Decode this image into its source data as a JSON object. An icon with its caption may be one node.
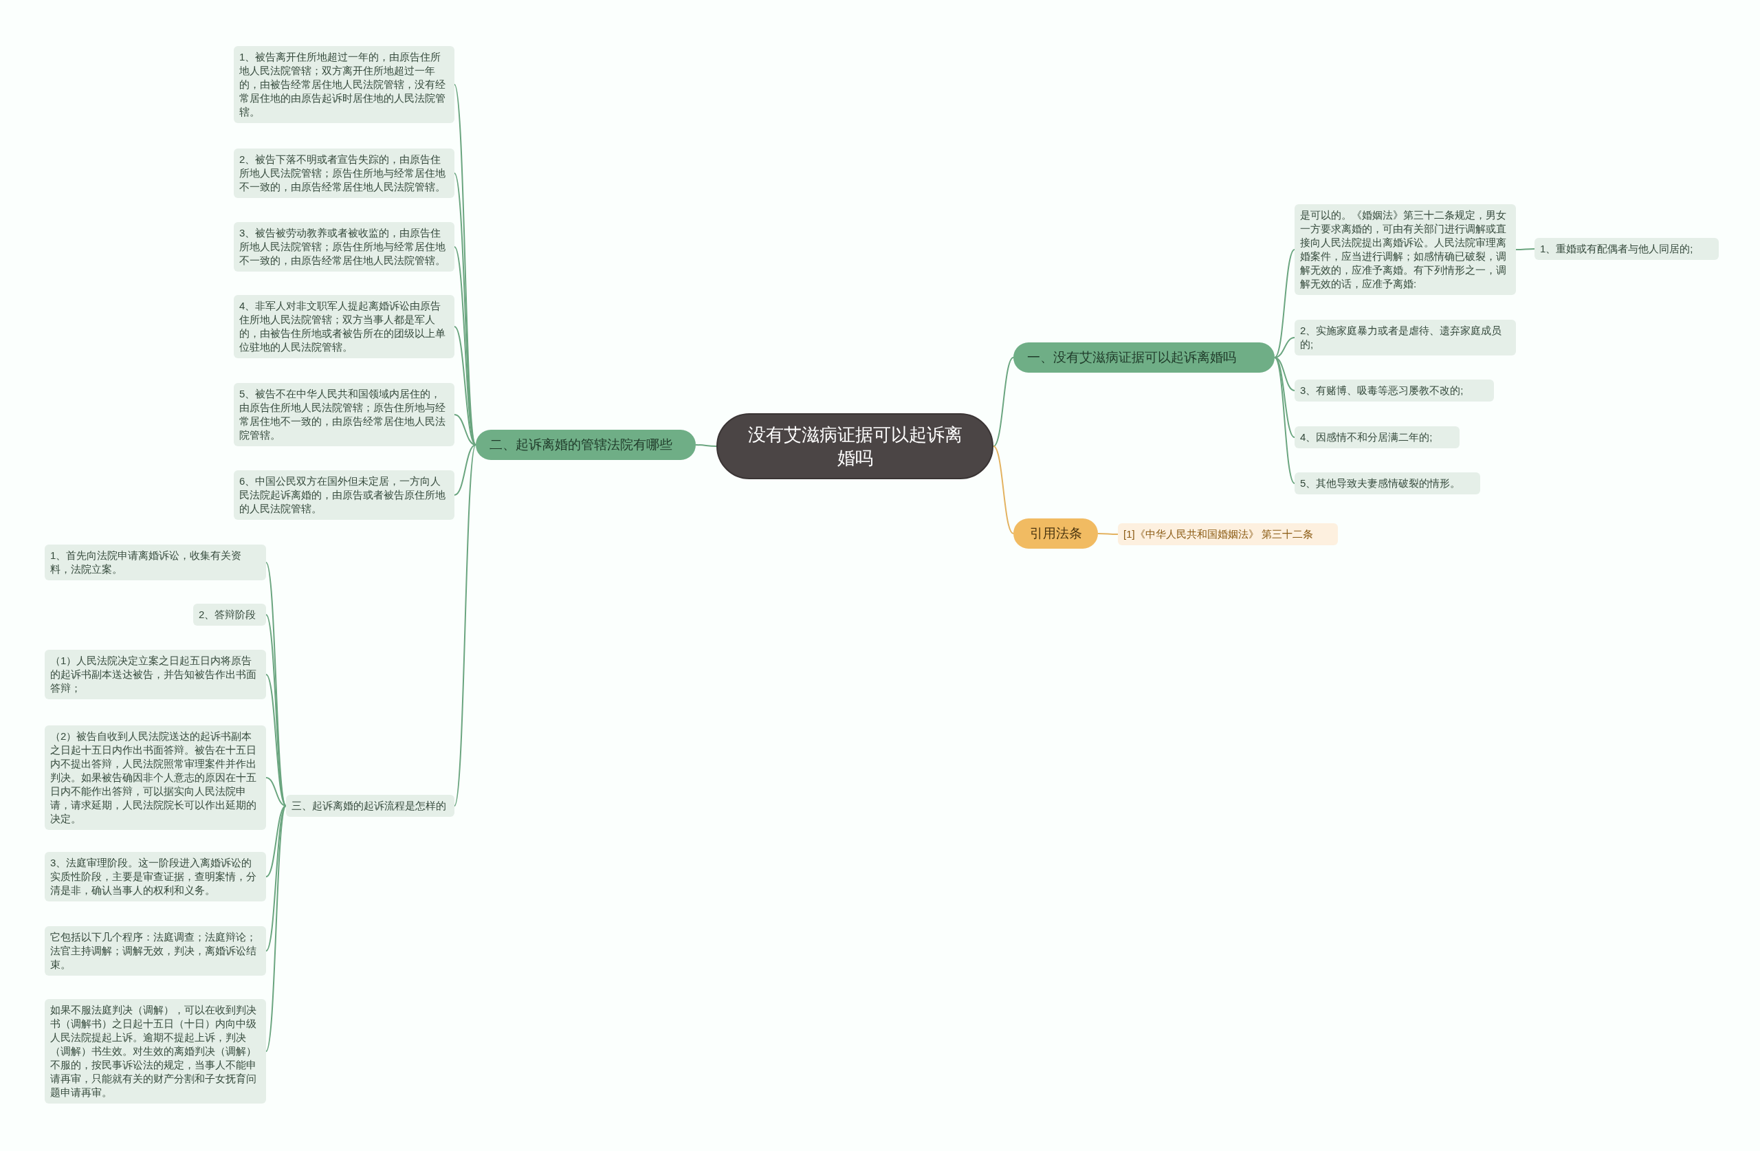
{
  "diagram": {
    "nodes": [
      {
        "text": [
          "没有艾滋病证据可以起诉离婚吗"
        ]
      },
      {
        "text": [
          "一、没有艾滋病证据可以起诉离婚吗"
        ]
      },
      {
        "text": [
          "是可以的。《婚姻法》第三十二条规定，男女一方要求离婚的，可由有关部门进行调解或直接向人民法院提出离婚诉讼。人民法院审理离婚案件，应当进行调解；如感情确已破裂，调解无效的，应准予离婚。有下列情形之一，调解无效的话，应准予离婚:"
        ]
      },
      {
        "text": [
          "1、重婚或有配偶者与他人同居的;"
        ]
      },
      {
        "text": [
          "2、实施家庭暴力或者是虐待、遗弃家庭成员的;"
        ]
      },
      {
        "text": [
          "3、有赌博、吸毒等恶习屡教不改的;"
        ]
      },
      {
        "text": [
          "4、因感情不和分居满二年的;"
        ]
      },
      {
        "text": [
          "5、其他导致夫妻感情破裂的情形。"
        ]
      },
      {
        "text": [
          "引用法条"
        ]
      },
      {
        "text": [
          "[1]《中华人民共和国婚姻法》 第三十二条"
        ]
      },
      {
        "text": [
          "二、起诉离婚的管辖法院有哪些"
        ]
      },
      {
        "text": [
          "1、被告离开住所地超过一年的，由原告住所地人民法院管辖；双方离开住所地超过一年的，由被告经常居住地人民法院管辖，没有经常居住地的由原告起诉时居住地的人民法院管辖。"
        ]
      },
      {
        "text": [
          "2、被告下落不明或者宣告失踪的，由原告住所地人民法院管辖；原告住所地与经常居住地不一致的，由原告经常居住地人民法院管辖。"
        ]
      },
      {
        "text": [
          "3、被告被劳动教养或者被收监的，由原告住所地人民法院管辖；原告住所地与经常居住地不一致的，由原告经常居住地人民法院管辖。"
        ]
      },
      {
        "text": [
          "4、非军人对非文职军人提起离婚诉讼由原告住所地人民法院管辖；双方当事人都是军人的，由被告住所地或者被告所在的团级以上单位驻地的人民法院管辖。"
        ]
      },
      {
        "text": [
          "5、被告不在中华人民共和国领域内居住的，由原告住所地人民法院管辖；原告住所地与经常居住地不一致的，由原告经常居住地人民法院管辖。"
        ]
      },
      {
        "text": [
          "6、中国公民双方在国外但未定居，一方向人民法院起诉离婚的，由原告或者被告原住所地的人民法院管辖。"
        ]
      },
      {
        "text": [
          "三、起诉离婚的起诉流程是怎样的"
        ]
      },
      {
        "text": [
          "1、首先向法院申请离婚诉讼，收集有关资料，法院立案。"
        ]
      },
      {
        "text": [
          "2、答辩阶段"
        ]
      },
      {
        "text": [
          "（1）人民法院决定立案之日起五日内将原告的起诉书副本送达被告，并告知被告作出书面答辩；"
        ]
      },
      {
        "text": [
          "（2）被告自收到人民法院送达的起诉书副本之日起十五日内作出书面答辩。被告在十五日内不提出答辩，人民法院照常审理案件并作出判决。如果被告确因非个人意志的原因在十五日内不能作出答辩，可以据实向人民法院申请，请求延期，人民法院院长可以作出延期的决定。"
        ]
      },
      {
        "text": [
          "3、法庭审理阶段。这一阶段进入离婚诉讼的实质性阶段，主要是审查证据，查明案情，分清是非，确认当事人的权利和义务。"
        ]
      },
      {
        "text": [
          "它包括以下几个程序：法庭调查；法庭辩论；法官主持调解；调解无效，判决，离婚诉讼结束。"
        ]
      },
      {
        "text": [
          "如果不服法庭判决（调解），可以在收到判决书（调解书）之日起十五日（十日）内向中级人民法院提起上诉。逾期不提起上诉，判决（调解）书生效。对生效的离婚判决（调解）不服的，按民事诉讼法的规定，当事人不能申请再审，只能就有关的财产分割和子女抚育问题申请再审。"
        ]
      }
    ],
    "edges": [
      {
        "from": 0,
        "to": 1,
        "arrow": "none"
      },
      {
        "from": 0,
        "to": 8,
        "arrow": "none",
        "color": "#e3b25f"
      },
      {
        "from": 0,
        "to": 10,
        "arrow": "none"
      },
      {
        "from": 1,
        "to": 2,
        "arrow": "none"
      },
      {
        "from": 1,
        "to": 4,
        "arrow": "none"
      },
      {
        "from": 1,
        "to": 5,
        "arrow": "none"
      },
      {
        "from": 1,
        "to": 6,
        "arrow": "none"
      },
      {
        "from": 1,
        "to": 7,
        "arrow": "none"
      },
      {
        "from": 2,
        "to": 3,
        "arrow": "none"
      },
      {
        "from": 8,
        "to": 9,
        "arrow": "none",
        "color": "#e3b25f"
      },
      {
        "from": 10,
        "to": 11,
        "arrow": "none"
      },
      {
        "from": 10,
        "to": 12,
        "arrow": "none"
      },
      {
        "from": 10,
        "to": 13,
        "arrow": "none"
      },
      {
        "from": 10,
        "to": 14,
        "arrow": "none"
      },
      {
        "from": 10,
        "to": 15,
        "arrow": "none"
      },
      {
        "from": 10,
        "to": 16,
        "arrow": "none"
      },
      {
        "from": 10,
        "to": 17,
        "arrow": "none"
      },
      {
        "from": 17,
        "to": 18,
        "arrow": "none"
      },
      {
        "from": 17,
        "to": 19,
        "arrow": "none"
      },
      {
        "from": 17,
        "to": 20,
        "arrow": "none"
      },
      {
        "from": 17,
        "to": 21,
        "arrow": "none"
      },
      {
        "from": 17,
        "to": 22,
        "arrow": "none"
      },
      {
        "from": 17,
        "to": 23,
        "arrow": "none"
      },
      {
        "from": 17,
        "to": 24,
        "arrow": "none"
      }
    ]
  }
}
